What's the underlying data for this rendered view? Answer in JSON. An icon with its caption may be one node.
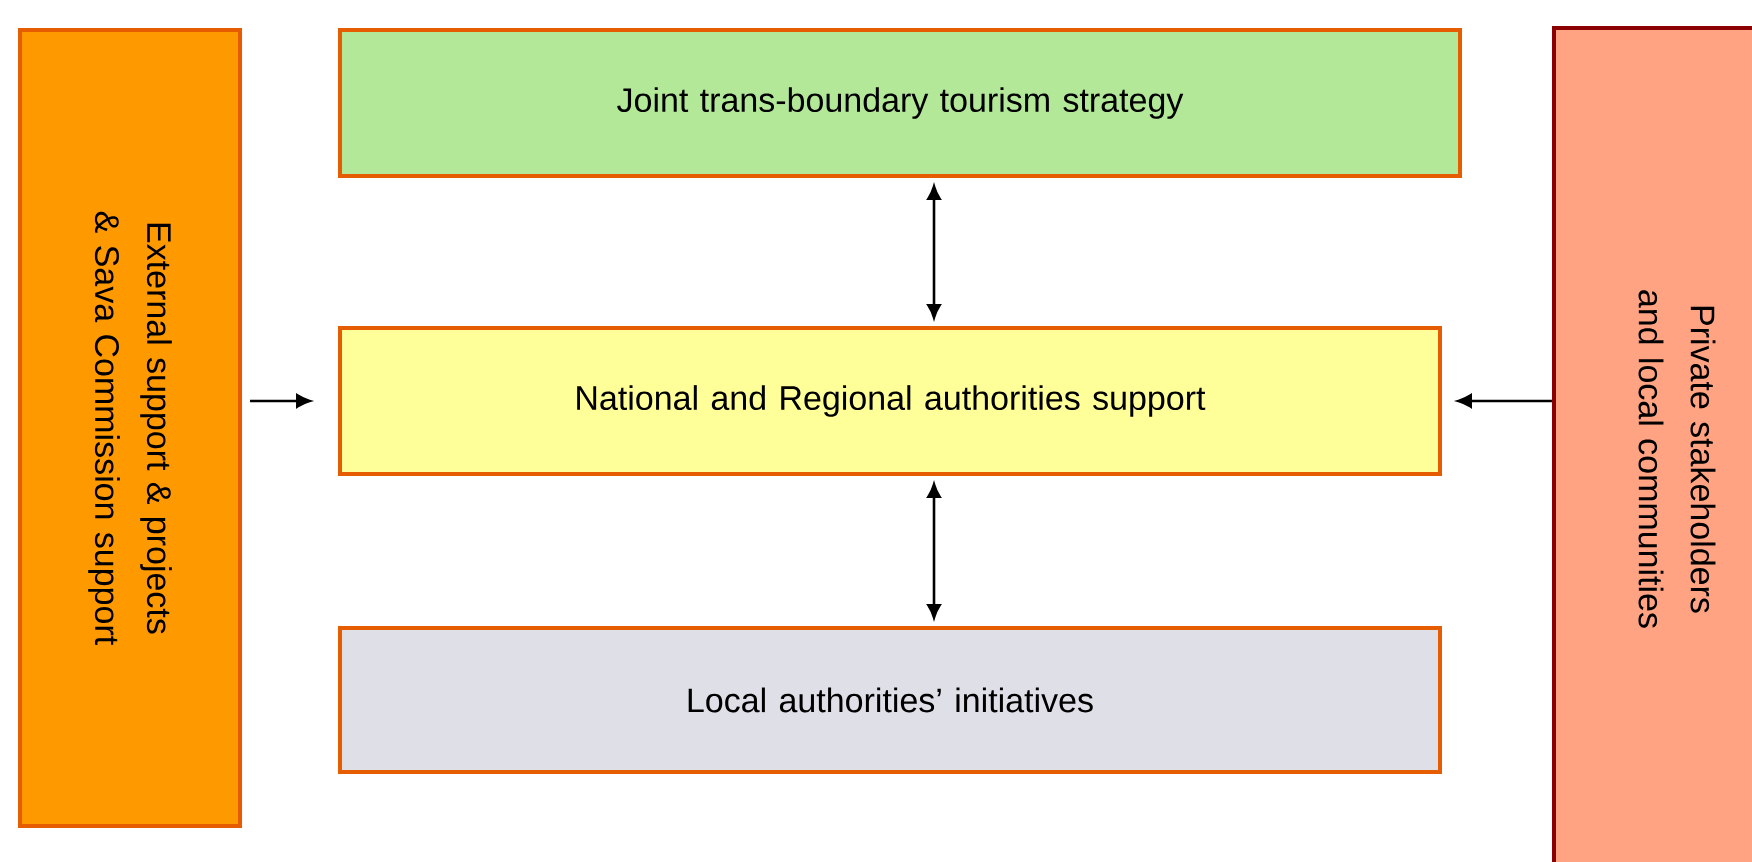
{
  "diagram": {
    "nodes": [
      {
        "text": [
          "External support & projects & Sava Commission support"
        ]
      },
      {
        "text": [
          "Joint trans-boundary tourism strategy"
        ]
      },
      {
        "text": [
          "National and Regional authorities support"
        ]
      },
      {
        "text": [
          "Local authorities’ initiatives"
        ]
      },
      {
        "text": [
          "Private stakeholders and local communities"
        ]
      }
    ],
    "edges": [
      {
        "from": 1,
        "to": 2,
        "arrow": "both"
      },
      {
        "from": 2,
        "to": 3,
        "arrow": "both"
      },
      {
        "from": 0,
        "to": 2,
        "arrow": "to"
      },
      {
        "from": 4,
        "to": 2,
        "arrow": "to"
      }
    ]
  }
}
